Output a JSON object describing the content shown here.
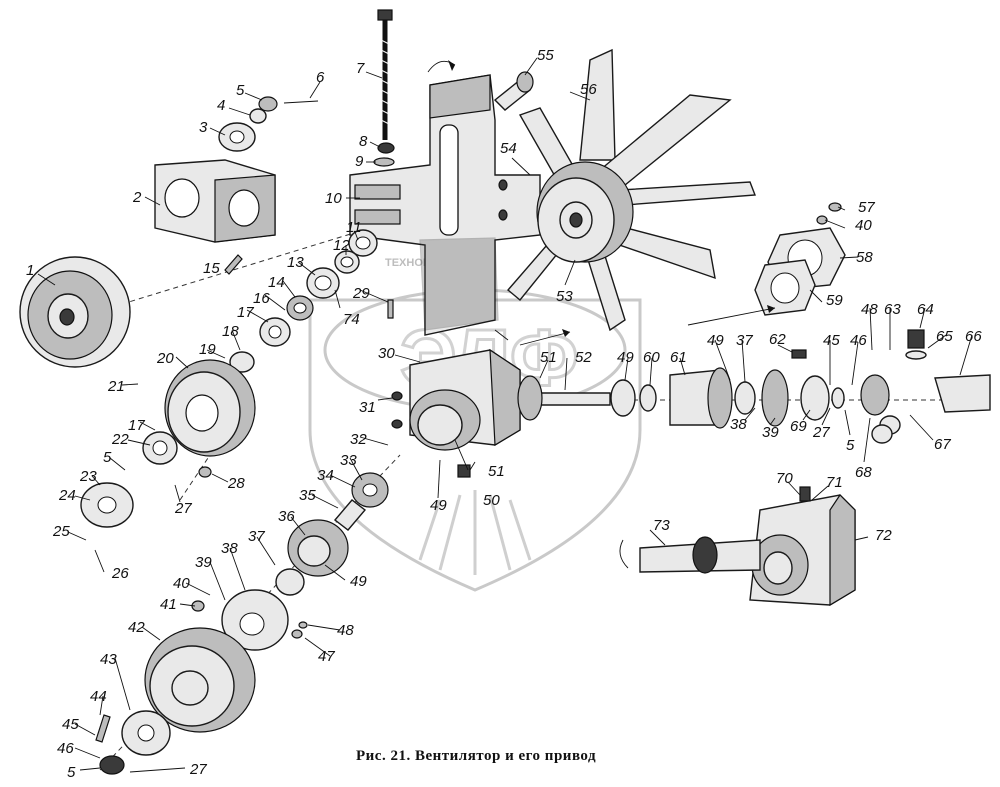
{
  "caption": "Рис. 21. Вентилятор и его привод",
  "watermark": {
    "text": "ТЕХНОКАРТА",
    "logo": "ЭЛФ"
  },
  "callouts": [
    {
      "id": "c1",
      "label": "1"
    },
    {
      "id": "c2",
      "label": "2"
    },
    {
      "id": "c3",
      "label": "3"
    },
    {
      "id": "c4",
      "label": "4"
    },
    {
      "id": "c5a",
      "label": "5"
    },
    {
      "id": "c6",
      "label": "6"
    },
    {
      "id": "c7",
      "label": "7"
    },
    {
      "id": "c8",
      "label": "8"
    },
    {
      "id": "c9",
      "label": "9"
    },
    {
      "id": "c10",
      "label": "10"
    },
    {
      "id": "c11",
      "label": "11"
    },
    {
      "id": "c12",
      "label": "12"
    },
    {
      "id": "c13",
      "label": "13"
    },
    {
      "id": "c14",
      "label": "14"
    },
    {
      "id": "c15",
      "label": "15"
    },
    {
      "id": "c16",
      "label": "16"
    },
    {
      "id": "c17a",
      "label": "17"
    },
    {
      "id": "c18",
      "label": "18"
    },
    {
      "id": "c19",
      "label": "19"
    },
    {
      "id": "c20",
      "label": "20"
    },
    {
      "id": "c21",
      "label": "21"
    },
    {
      "id": "c17b",
      "label": "17"
    },
    {
      "id": "c22",
      "label": "22"
    },
    {
      "id": "c5b",
      "label": "5"
    },
    {
      "id": "c23",
      "label": "23"
    },
    {
      "id": "c24",
      "label": "24"
    },
    {
      "id": "c25",
      "label": "25"
    },
    {
      "id": "c26",
      "label": "26"
    },
    {
      "id": "c27a",
      "label": "27"
    },
    {
      "id": "c28",
      "label": "28"
    },
    {
      "id": "c29",
      "label": "29"
    },
    {
      "id": "c74",
      "label": "74"
    },
    {
      "id": "c30",
      "label": "30"
    },
    {
      "id": "c31",
      "label": "31"
    },
    {
      "id": "c32",
      "label": "32"
    },
    {
      "id": "c33",
      "label": "33"
    },
    {
      "id": "c34",
      "label": "34"
    },
    {
      "id": "c35",
      "label": "35"
    },
    {
      "id": "c36",
      "label": "36"
    },
    {
      "id": "c37a",
      "label": "37"
    },
    {
      "id": "c38a",
      "label": "38"
    },
    {
      "id": "c39a",
      "label": "39"
    },
    {
      "id": "c40a",
      "label": "40"
    },
    {
      "id": "c41",
      "label": "41"
    },
    {
      "id": "c42",
      "label": "42"
    },
    {
      "id": "c43",
      "label": "43"
    },
    {
      "id": "c44",
      "label": "44"
    },
    {
      "id": "c45a",
      "label": "45"
    },
    {
      "id": "c46a",
      "label": "46"
    },
    {
      "id": "c5c",
      "label": "5"
    },
    {
      "id": "c27b",
      "label": "27"
    },
    {
      "id": "c47",
      "label": "47"
    },
    {
      "id": "c48a",
      "label": "48"
    },
    {
      "id": "c49a",
      "label": "49"
    },
    {
      "id": "c49b",
      "label": "49"
    },
    {
      "id": "c50",
      "label": "50"
    },
    {
      "id": "c51a",
      "label": "51"
    },
    {
      "id": "c51b",
      "label": "51"
    },
    {
      "id": "c52",
      "label": "52"
    },
    {
      "id": "c49c",
      "label": "49"
    },
    {
      "id": "c60",
      "label": "60"
    },
    {
      "id": "c61",
      "label": "61"
    },
    {
      "id": "c49d",
      "label": "49"
    },
    {
      "id": "c37b",
      "label": "37"
    },
    {
      "id": "c62",
      "label": "62"
    },
    {
      "id": "c45b",
      "label": "45"
    },
    {
      "id": "c46b",
      "label": "46"
    },
    {
      "id": "c48b",
      "label": "48"
    },
    {
      "id": "c63",
      "label": "63"
    },
    {
      "id": "c64",
      "label": "64"
    },
    {
      "id": "c65",
      "label": "65"
    },
    {
      "id": "c66",
      "label": "66"
    },
    {
      "id": "c38b",
      "label": "38"
    },
    {
      "id": "c39b",
      "label": "39"
    },
    {
      "id": "c69",
      "label": "69"
    },
    {
      "id": "c27c",
      "label": "27"
    },
    {
      "id": "c5d",
      "label": "5"
    },
    {
      "id": "c68",
      "label": "68"
    },
    {
      "id": "c67",
      "label": "67"
    },
    {
      "id": "c53",
      "label": "53"
    },
    {
      "id": "c54",
      "label": "54"
    },
    {
      "id": "c55",
      "label": "55"
    },
    {
      "id": "c56",
      "label": "56"
    },
    {
      "id": "c57",
      "label": "57"
    },
    {
      "id": "c40b",
      "label": "40"
    },
    {
      "id": "c58",
      "label": "58"
    },
    {
      "id": "c59",
      "label": "59"
    },
    {
      "id": "c70",
      "label": "70"
    },
    {
      "id": "c71",
      "label": "71"
    },
    {
      "id": "c72",
      "label": "72"
    },
    {
      "id": "c73",
      "label": "73"
    }
  ]
}
